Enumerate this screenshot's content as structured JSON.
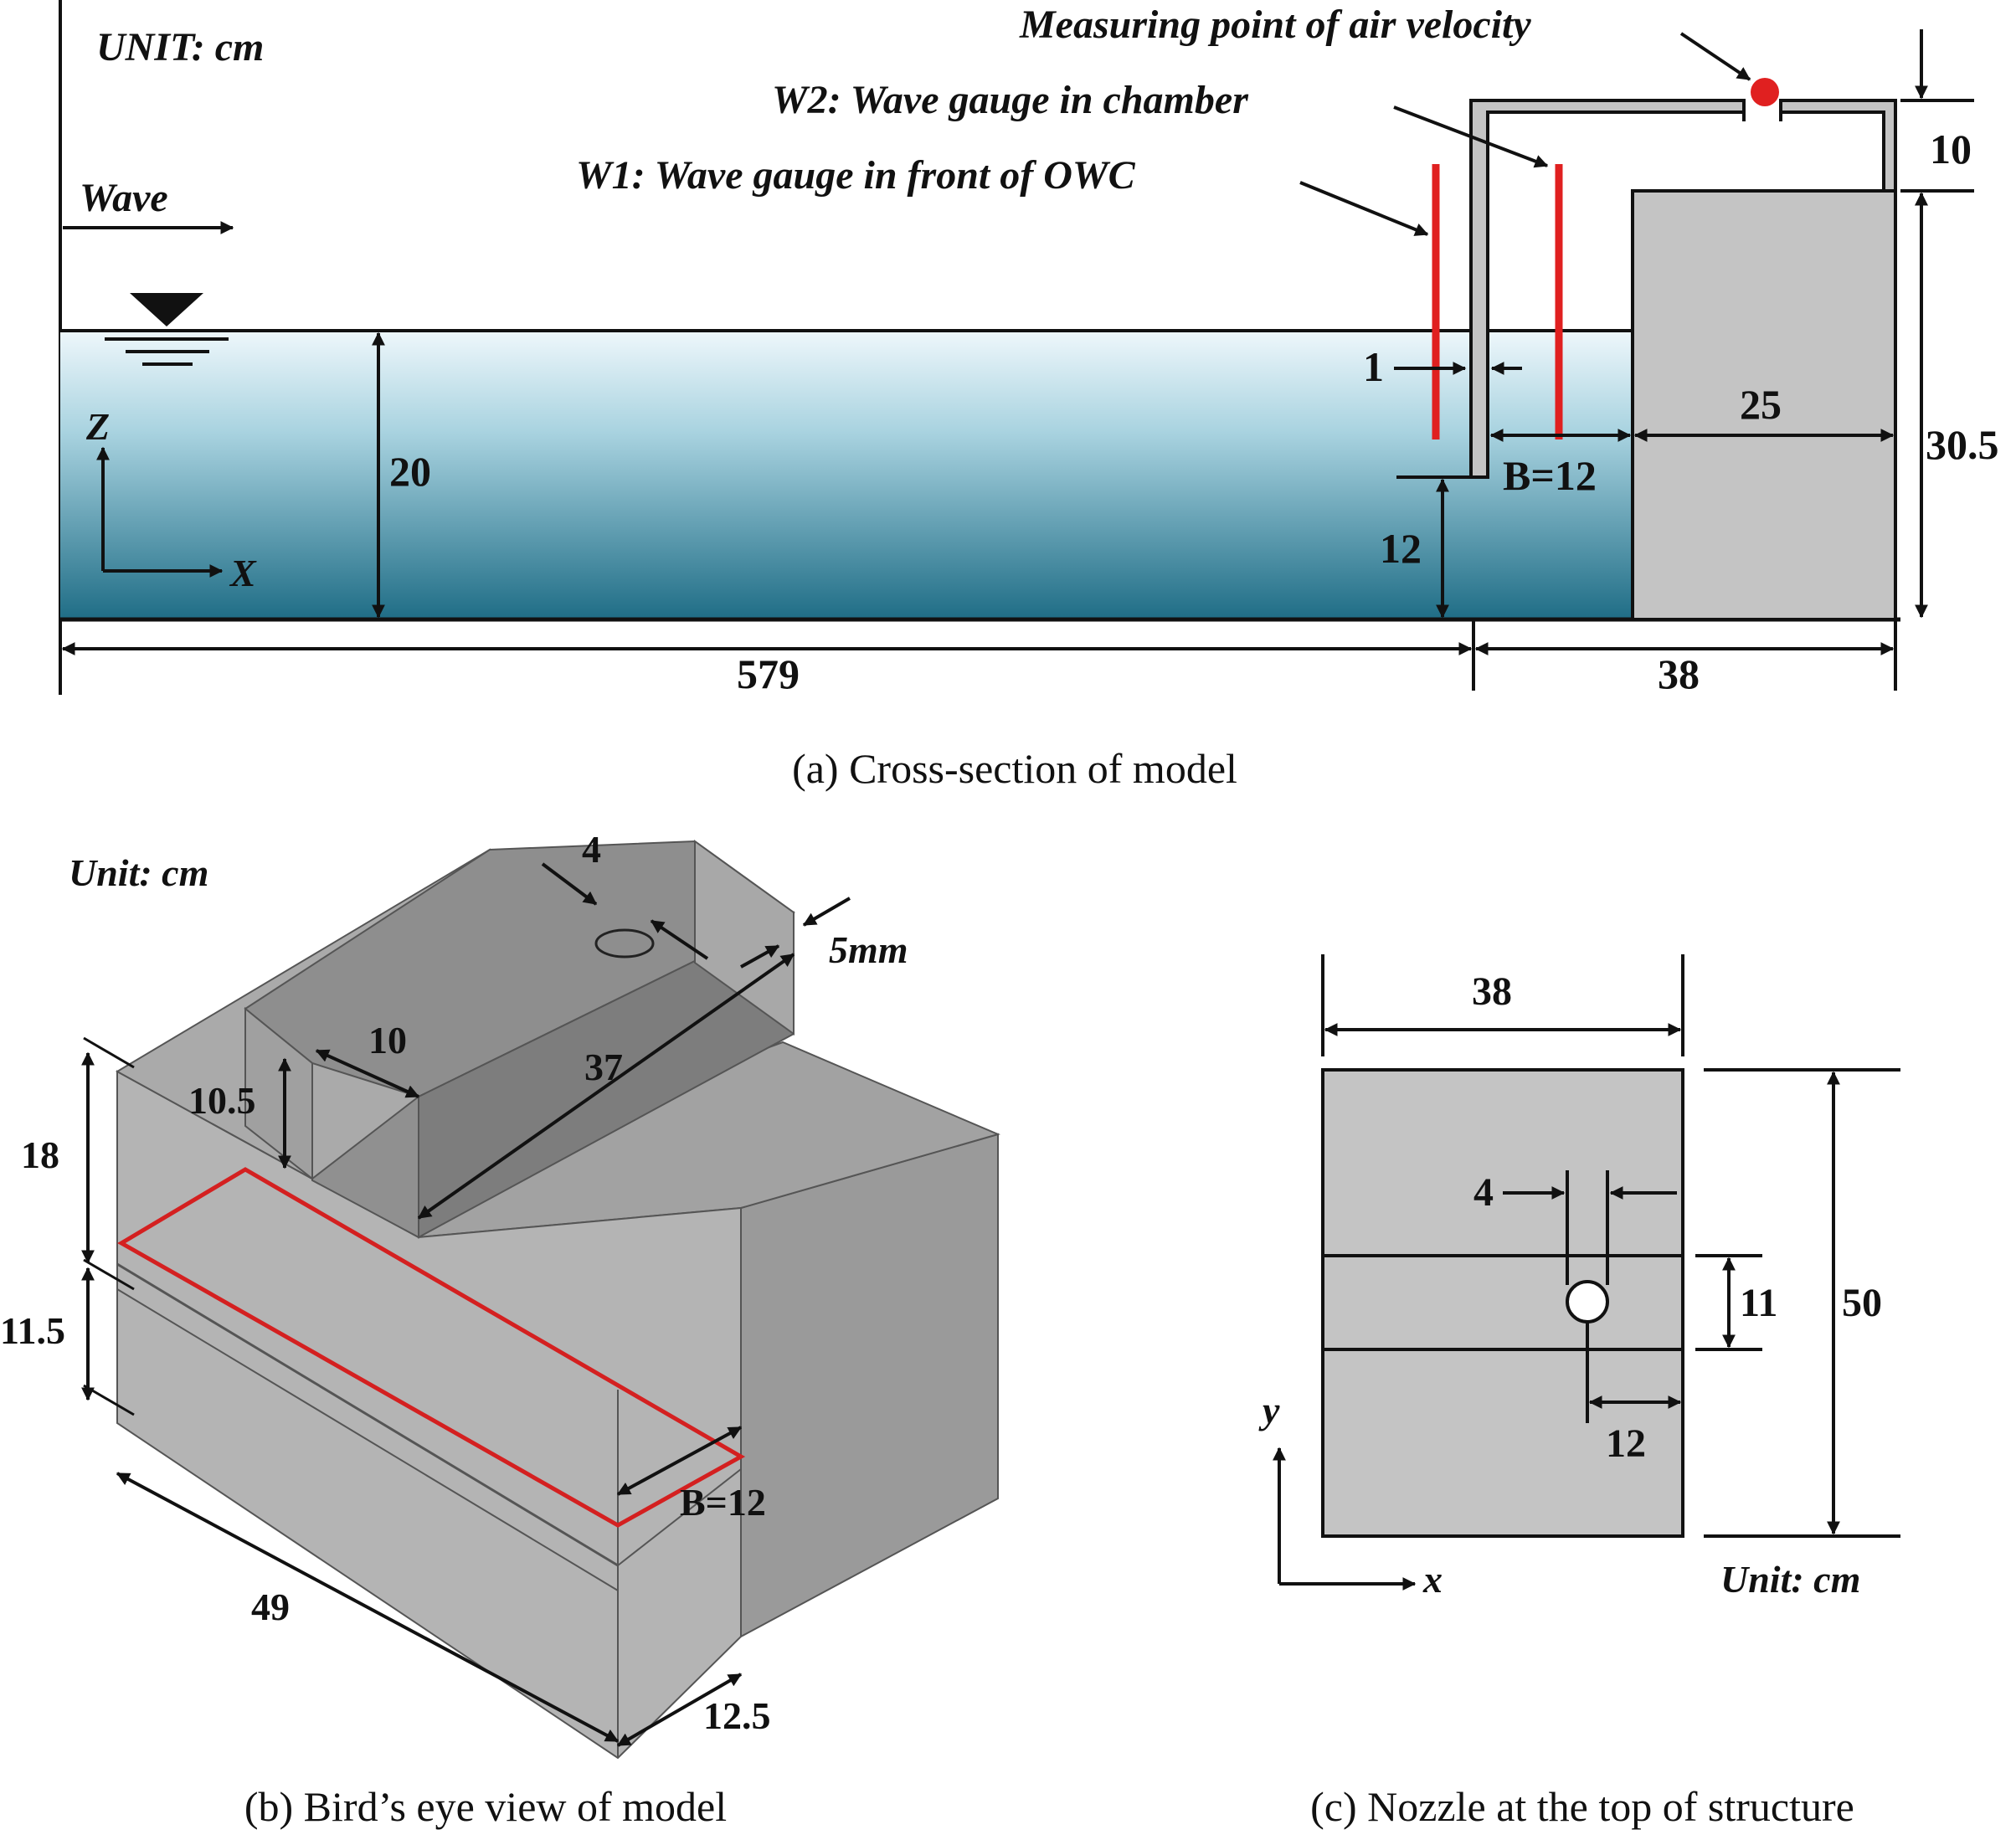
{
  "panel_a": {
    "unit": "UNIT: cm",
    "wave": "Wave",
    "measuring_point": "Measuring point of air velocity",
    "w2": "W2: Wave gauge in chamber",
    "w1": "W1: Wave gauge in front of OWC",
    "axis_z": "Z",
    "axis_x": "X",
    "dim_water_depth": "20",
    "dim_wall_thickness": "1",
    "dim_chamber_width": "B=12",
    "dim_block_width": "25",
    "dim_draft_gap": "12",
    "dim_top_gap": "10",
    "dim_block_height": "30.5",
    "dim_flume_length": "579",
    "dim_structure_length": "38",
    "caption": "(a) Cross-section of model",
    "colors": {
      "water_top": "#eef7fb",
      "water_bottom": "#1f6d86",
      "structure": "#c4c4c4",
      "gauge": "#e02020",
      "measure_point": "#e02020"
    }
  },
  "panel_b": {
    "unit": "Unit: cm",
    "dim_nozzle": "4",
    "dim_slot": "5mm",
    "dim_duct_width": "10",
    "dim_duct_height": "10.5",
    "dim_duct_length": "37",
    "dim_upper_height": "18",
    "dim_lower_height": "11.5",
    "dim_chamber_width": "B=12",
    "dim_length": "49",
    "dim_depth": "12.5",
    "caption": "(b) Bird’s eye view of model",
    "colors": {
      "outline": "#d42020",
      "body": "#9a9a9a"
    }
  },
  "panel_c": {
    "dim_width": "38",
    "dim_nozzle": "4",
    "dim_strip": "11",
    "dim_length": "50",
    "dim_offset": "12",
    "axis_y": "y",
    "axis_x": "x",
    "unit": "Unit: cm",
    "caption": "(c) Nozzle at the top of structure"
  }
}
